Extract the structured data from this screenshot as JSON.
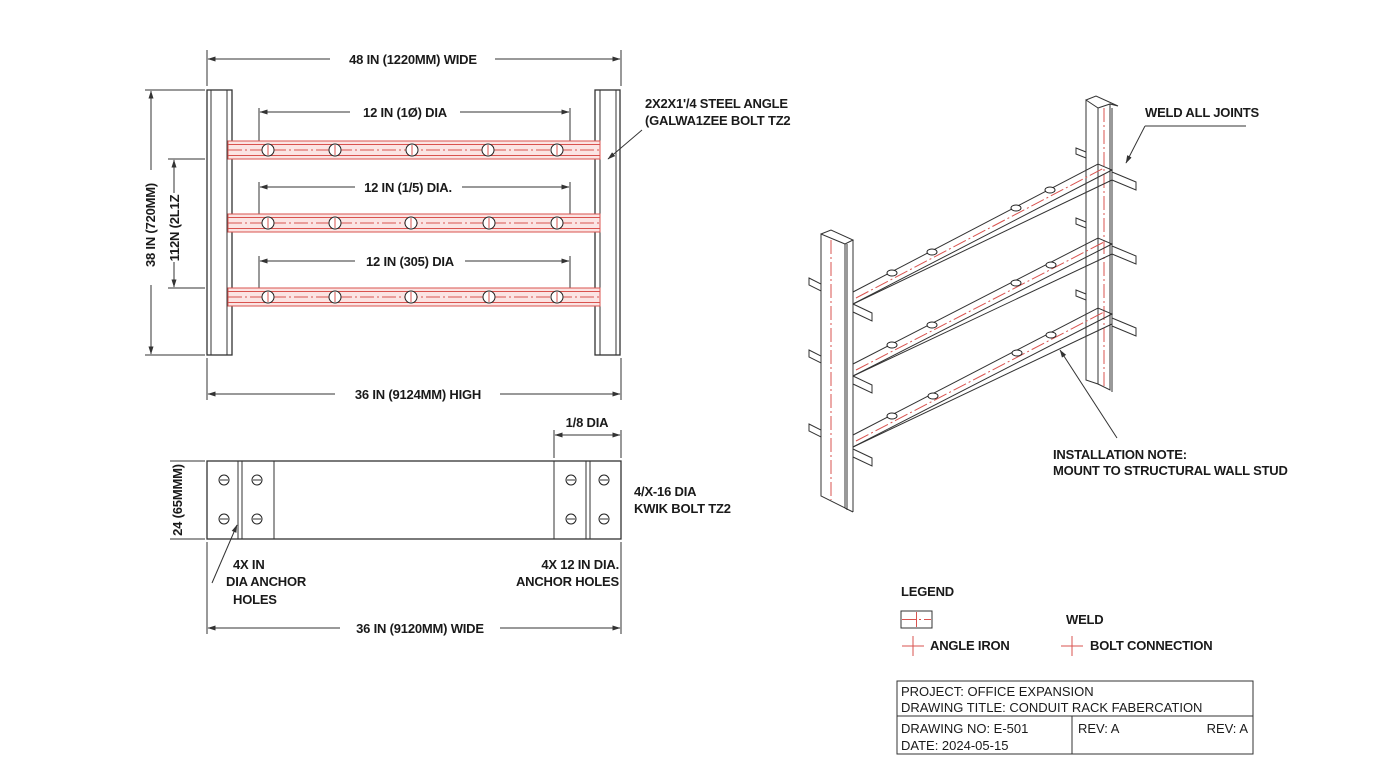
{
  "drawing": {
    "front_view": {
      "overall_width_label": "48 IN (1220MM) WIDE",
      "overall_height_label": "38 IN (720MM)",
      "inner_height_label": "112N (2L1Z",
      "bottom_dim_label": "36 IN (9124MM) HIGH",
      "angle_callout_line1": "2X2X1'/4 STEEL ANGLE",
      "angle_callout_line2": "(GALWA1ZEE BOLT TZ2",
      "rails": [
        {
          "dim_label": "12 IN (1Ø) DIA",
          "holes": 5
        },
        {
          "dim_label": "12 IN (1/5) DIA.",
          "holes": 5
        },
        {
          "dim_label": "12 IN (305) DIA",
          "holes": 5
        }
      ]
    },
    "base_plate_view": {
      "height_label": "24 (65MMM)",
      "width_label": "36 IN (9120MM) WIDE",
      "hole_dim_label": "1/8 DIA",
      "left_note_line1": "4X IN",
      "left_note_line2": "DIA ANCHOR",
      "left_note_line3": "HOLES",
      "right_note_line1": "4X 12 IN DIA.",
      "right_note_line2": "ANCHOR HOLES",
      "bolt_note_line1": "4/X-16 DIA",
      "bolt_note_line2": "KWIK BOLT TZ2"
    },
    "isometric_view": {
      "weld_note": "WELD ALL JOINTS",
      "install_note_line1": "INSTALLATION NOTE:",
      "install_note_line2": "MOUNT TO STRUCTURAL WALL STUD"
    },
    "legend": {
      "title": "LEGEND",
      "items": [
        {
          "symbol": "angle-iron-rect",
          "label": "WELD"
        },
        {
          "symbol": "red-cross",
          "label": "ANGLE IRON"
        },
        {
          "symbol": "red-cross",
          "label": "BOLT CONNECTION"
        }
      ]
    },
    "title_block": {
      "project": "PROJECT:  OFFICE EXPANSION",
      "drawing_title": "DRAWING TITLE:  CONDUIT RACK FABERCATION",
      "drawing_no": "DRAWING NO:  E-501",
      "date": "DATE:  2024-05-15",
      "rev1": "REV:  A",
      "rev2": "REV:  A"
    },
    "colors": {
      "line": "#333333",
      "centerline_red": "#d9534f",
      "rail_fill": "#fbe4e3",
      "background": "#ffffff"
    }
  }
}
